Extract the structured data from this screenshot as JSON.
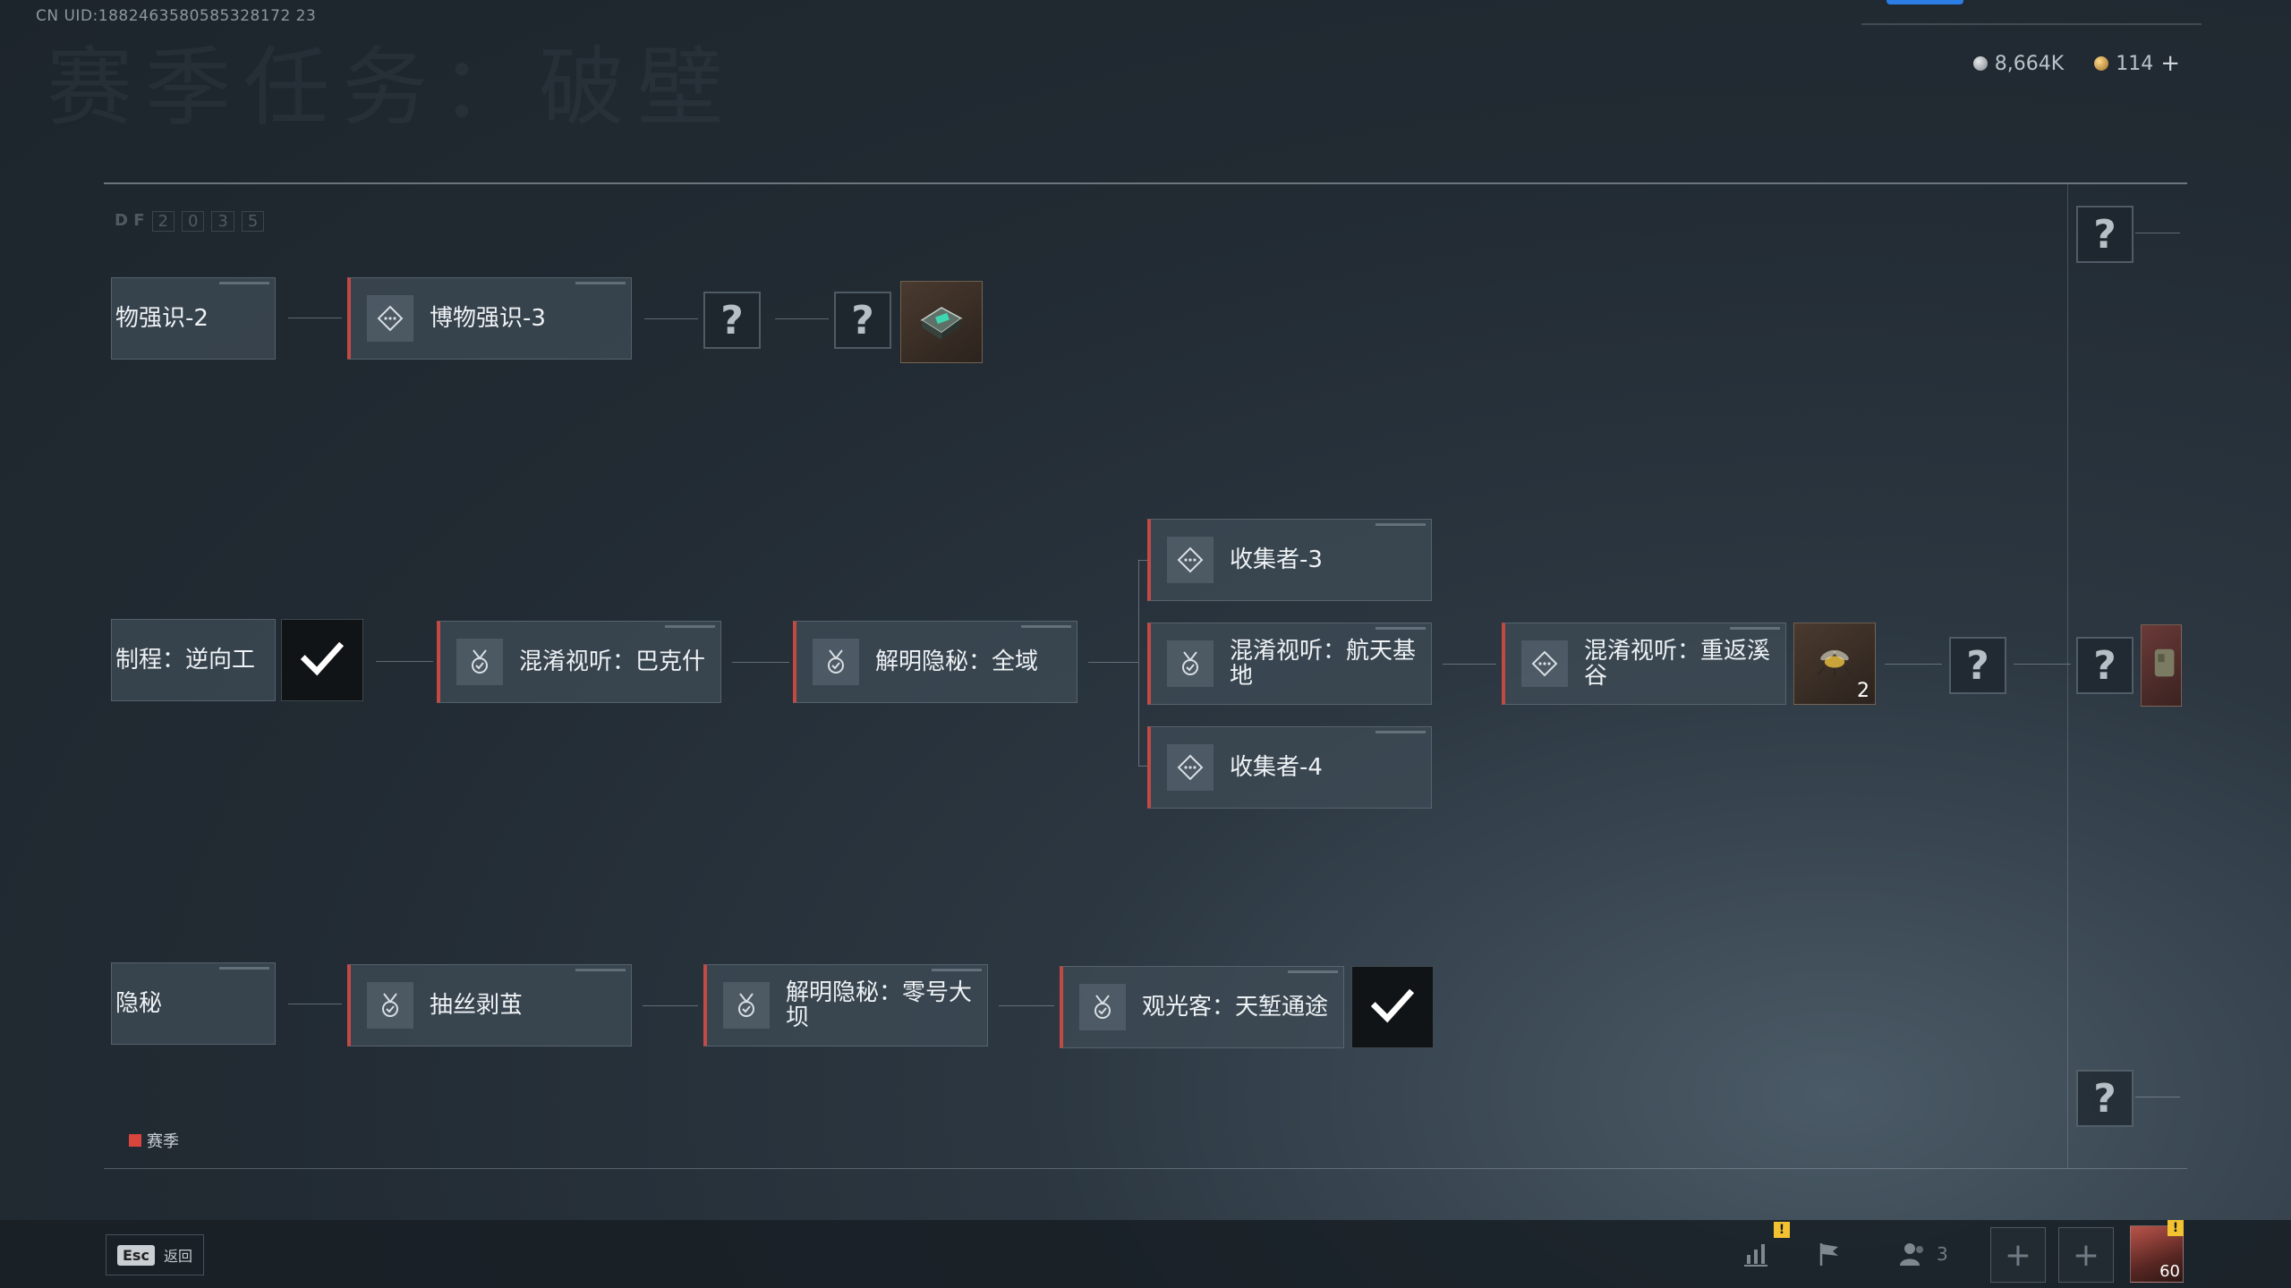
{
  "header": {
    "uid": "CN UID:1882463580585328172 23",
    "bg_title": "赛季任务：破壁",
    "currency": [
      {
        "name": "silver-coin",
        "value": "8,664K"
      },
      {
        "name": "gold-coin",
        "value": "114"
      }
    ],
    "plus_label": "+"
  },
  "deco": {
    "df_label": "D F",
    "df_digits": [
      "2",
      "0",
      "3",
      "5"
    ]
  },
  "rows": {
    "row1": {
      "nodes": [
        {
          "label": "物强识-2",
          "icon": "diamond-dots-icon"
        },
        {
          "label": "博物强识-3",
          "icon": "diamond-dots-icon"
        }
      ],
      "unknown": [
        "?",
        "?"
      ],
      "reward": {
        "icon": "device-icon"
      }
    },
    "row2": {
      "nodes": [
        {
          "label": "制程：逆向工",
          "icon": "none"
        },
        {
          "label": "混淆视听：巴克什",
          "icon": "medal-icon"
        },
        {
          "label": "解明隐秘：全域",
          "icon": "medal-icon"
        },
        {
          "label": "收集者-3",
          "icon": "diamond-dots-icon"
        },
        {
          "label": "混淆视听：航天基地",
          "icon": "medal-icon"
        },
        {
          "label": "收集者-4",
          "icon": "diamond-dots-icon"
        },
        {
          "label": "混淆视听：重返溪谷",
          "icon": "diamond-dots-icon"
        }
      ],
      "reward": {
        "icon": "wasp-drone-icon",
        "count": "2"
      },
      "unknown": [
        "?",
        "?"
      ]
    },
    "row3": {
      "nodes": [
        {
          "label": "隐秘",
          "icon": "none"
        },
        {
          "label": "抽丝剥茧",
          "icon": "medal-icon"
        },
        {
          "label": "解明隐秘：零号大坝",
          "icon": "medal-icon"
        },
        {
          "label": "观光客：天堑通途",
          "icon": "medal-icon"
        }
      ]
    },
    "side_unknown": [
      "?",
      "?"
    ]
  },
  "legend": {
    "label": "赛季",
    "color": "#d9443d"
  },
  "footer": {
    "esc_key": "Esc",
    "back_label": "返回",
    "squad_count": "3",
    "warn_mark": "!",
    "slot_label": "+",
    "avatar_level": "60"
  },
  "colors": {
    "accent": "#c24a44",
    "top_accent": "#2a7ee6"
  }
}
